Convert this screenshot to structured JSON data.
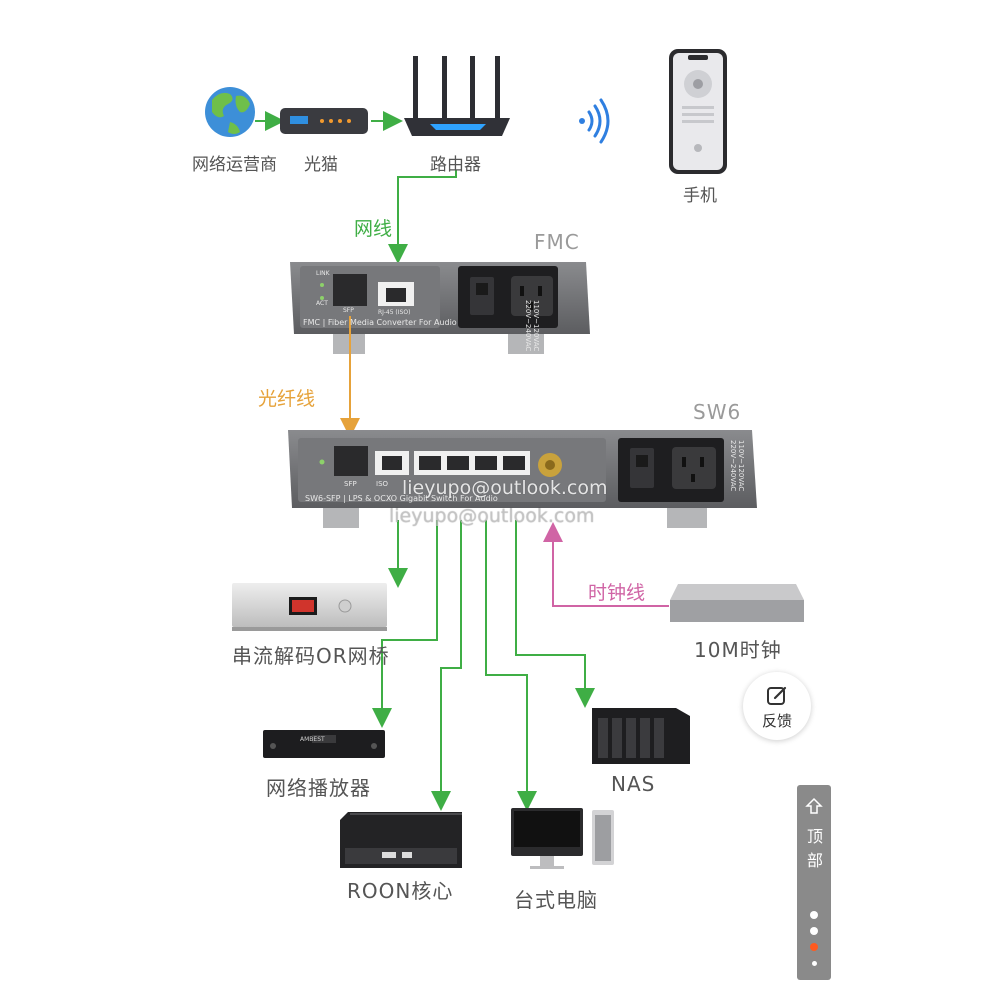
{
  "labels": {
    "isp": "网络运营商",
    "modem": "光猫",
    "router": "路由器",
    "phone": "手机",
    "ethernet_cable": "网线",
    "fmc": "FMC",
    "fiber_cable": "光纤线",
    "sw6": "SW6",
    "clock_cable": "时钟线",
    "clock_10m": "10M时钟",
    "streamer": "串流解码OR网桥",
    "network_player": "网络播放器",
    "nas": "NAS",
    "roon_core": "ROON核心",
    "desktop": "台式电脑"
  },
  "device_text": {
    "fmc_caption": "FMC | Fiber Media Converter For Audio",
    "fmc_sfp": "SFP",
    "fmc_rj45": "RJ-45 (ISO)",
    "fmc_link": "LINK",
    "fmc_act": "ACT",
    "fmc_voltage": "110V~120VAC 220V~240VAC",
    "sw6_caption": "SW6-SFP | LPS & OCXO Gigabit Switch For Audio",
    "sw6_sfp": "SFP",
    "sw6_iso": "ISO",
    "sw6_voltage": "110V~120VAC 220V~240VAC",
    "player_brand": "AMBEST"
  },
  "watermark": {
    "line1": "lieyupo@outlook.com",
    "line2": "lieyupo@outlook.com"
  },
  "feedback": {
    "label": "反馈",
    "icon": "edit-icon"
  },
  "side_rail": {
    "top_char1": "顶",
    "top_char2": "部",
    "icon": "arrow-up-icon"
  },
  "colors": {
    "green_line": "#3fae45",
    "orange_line": "#e6a23a",
    "pink_line": "#d064a5",
    "device_gray": "#6f7073",
    "label_gray": "#555555"
  }
}
